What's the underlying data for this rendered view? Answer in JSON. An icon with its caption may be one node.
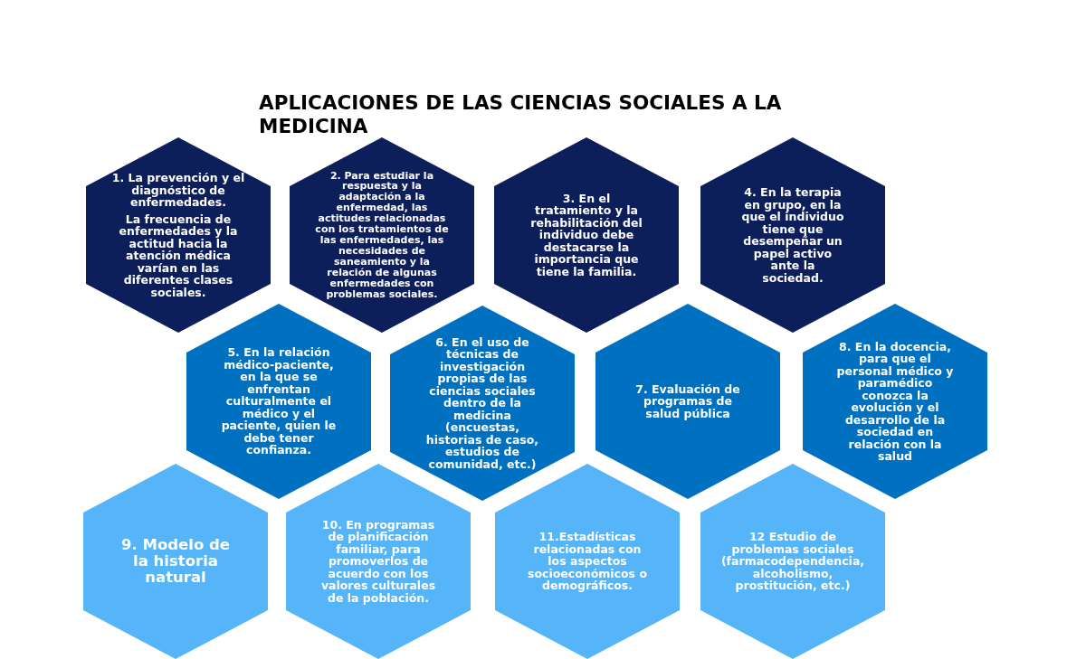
{
  "diagram": {
    "title": "APLICACIONES DE LAS CIENCIAS SOCIALES A LA MEDICINA",
    "nodes": [
      {
        "text": [
          "1. La prevención y el diagnóstico de enfermedades.",
          "La frecuencia de enfermedades y la actitud hacia la atención médica varían en las diferentes clases sociales."
        ]
      },
      {
        "text": [
          "2. Para estudiar la respuesta y la adaptación a la enfermedad, las actitudes relacionadas con los tratamientos de las enfermedades, las necesidades de saneamiento y la relación de algunas enfermedades con problemas sociales."
        ]
      },
      {
        "text": [
          "3. En el tratamiento y la rehabilitación del individuo debe destacarse la importancia que tiene la familia."
        ]
      },
      {
        "text": [
          "4. En la terapia en grupo, en la que el individuo tiene que desempeñar un papel activo ante la sociedad."
        ]
      },
      {
        "text": [
          "5. En la relación médico-paciente, en la que se enfrentan culturalmente el médico y el paciente, quien le debe tener confianza."
        ]
      },
      {
        "text": [
          "6. En el uso de técnicas de investigación propias de las ciencias sociales dentro de la medicina (encuestas, historias de caso, estudios de comunidad, etc.)"
        ]
      },
      {
        "text": [
          "7. Evaluación de programas de salud pública"
        ]
      },
      {
        "text": [
          "8. En la docencia, para que el personal médico y paramédico conozca la evolución y el desarrollo de la sociedad en relación con la salud"
        ]
      },
      {
        "text": [
          "9. Modelo de la historia natural"
        ]
      },
      {
        "text": [
          "10. En programas de planificación familiar, para promoverlos de acuerdo con los valores culturales de la población."
        ]
      },
      {
        "text": [
          "11.Estadísticas relacionadas con los aspectos socioeconómicos o demográficos."
        ]
      },
      {
        "text": [
          "12 Estudio de problemas sociales (farmacodependencia, alcoholismo, prostitución, etc.)"
        ]
      }
    ]
  }
}
